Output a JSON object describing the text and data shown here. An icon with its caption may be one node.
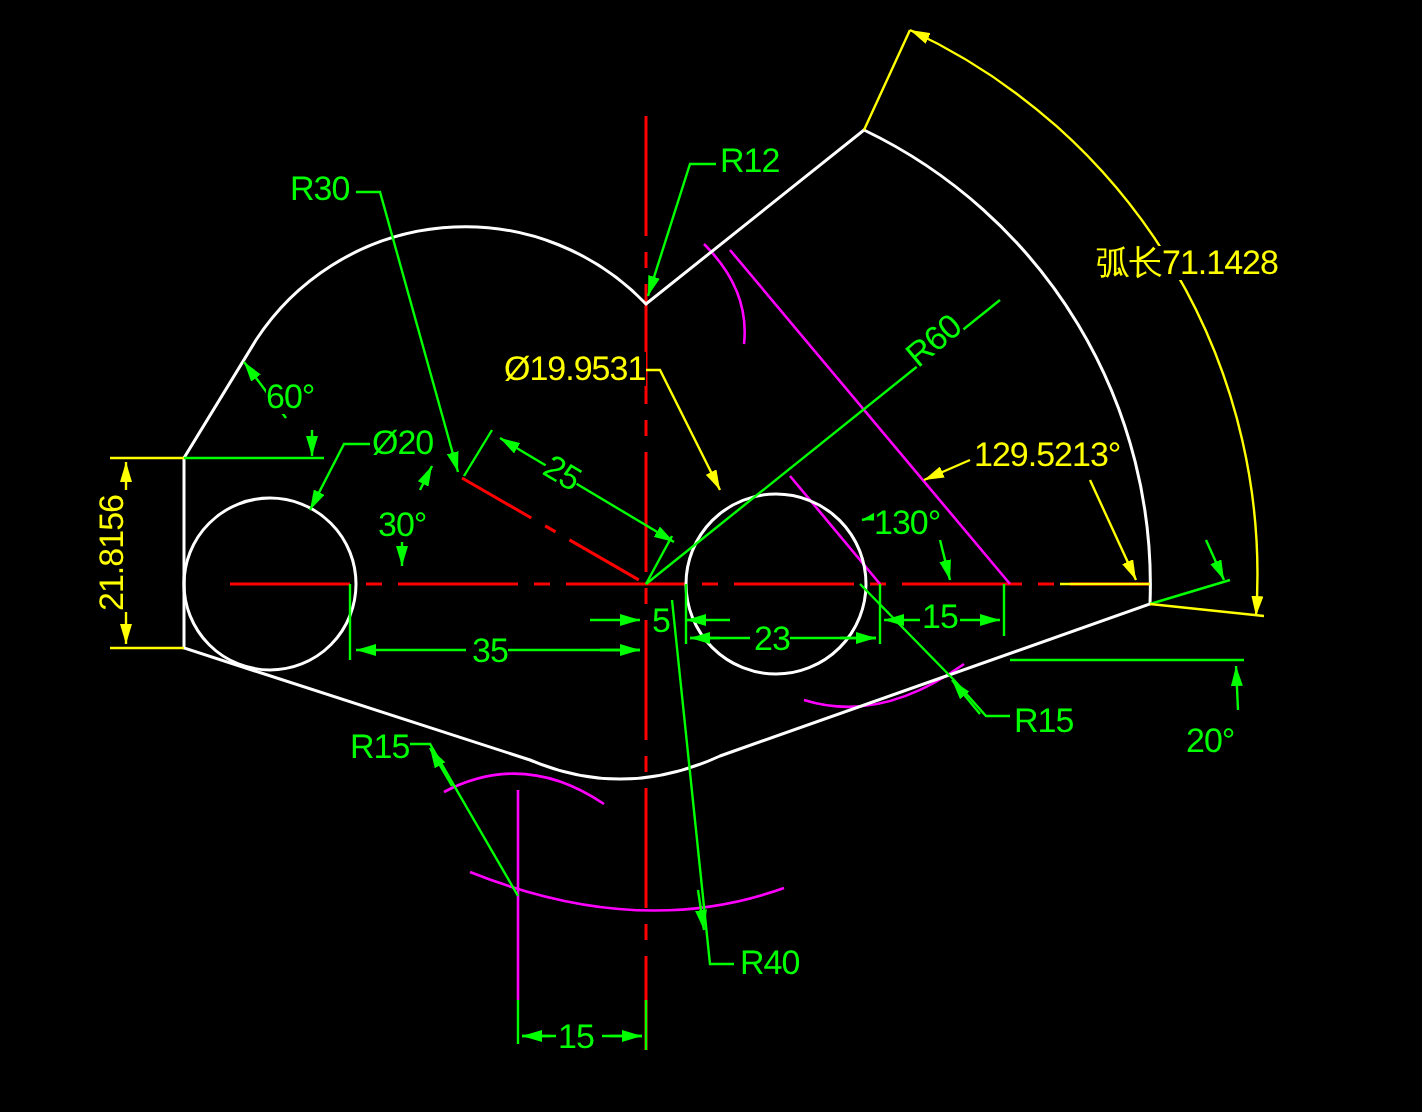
{
  "diagram": {
    "labels": [
      "R12",
      "R30",
      "弧长71.1428",
      "R60",
      "60°",
      "Ø19.9531",
      "Ø20",
      "129.5213°",
      "25",
      "21.8156",
      "30°",
      "130°",
      "5",
      "23",
      "15",
      "35",
      "R15",
      "20°",
      "R15",
      "R40",
      "15"
    ]
  }
}
